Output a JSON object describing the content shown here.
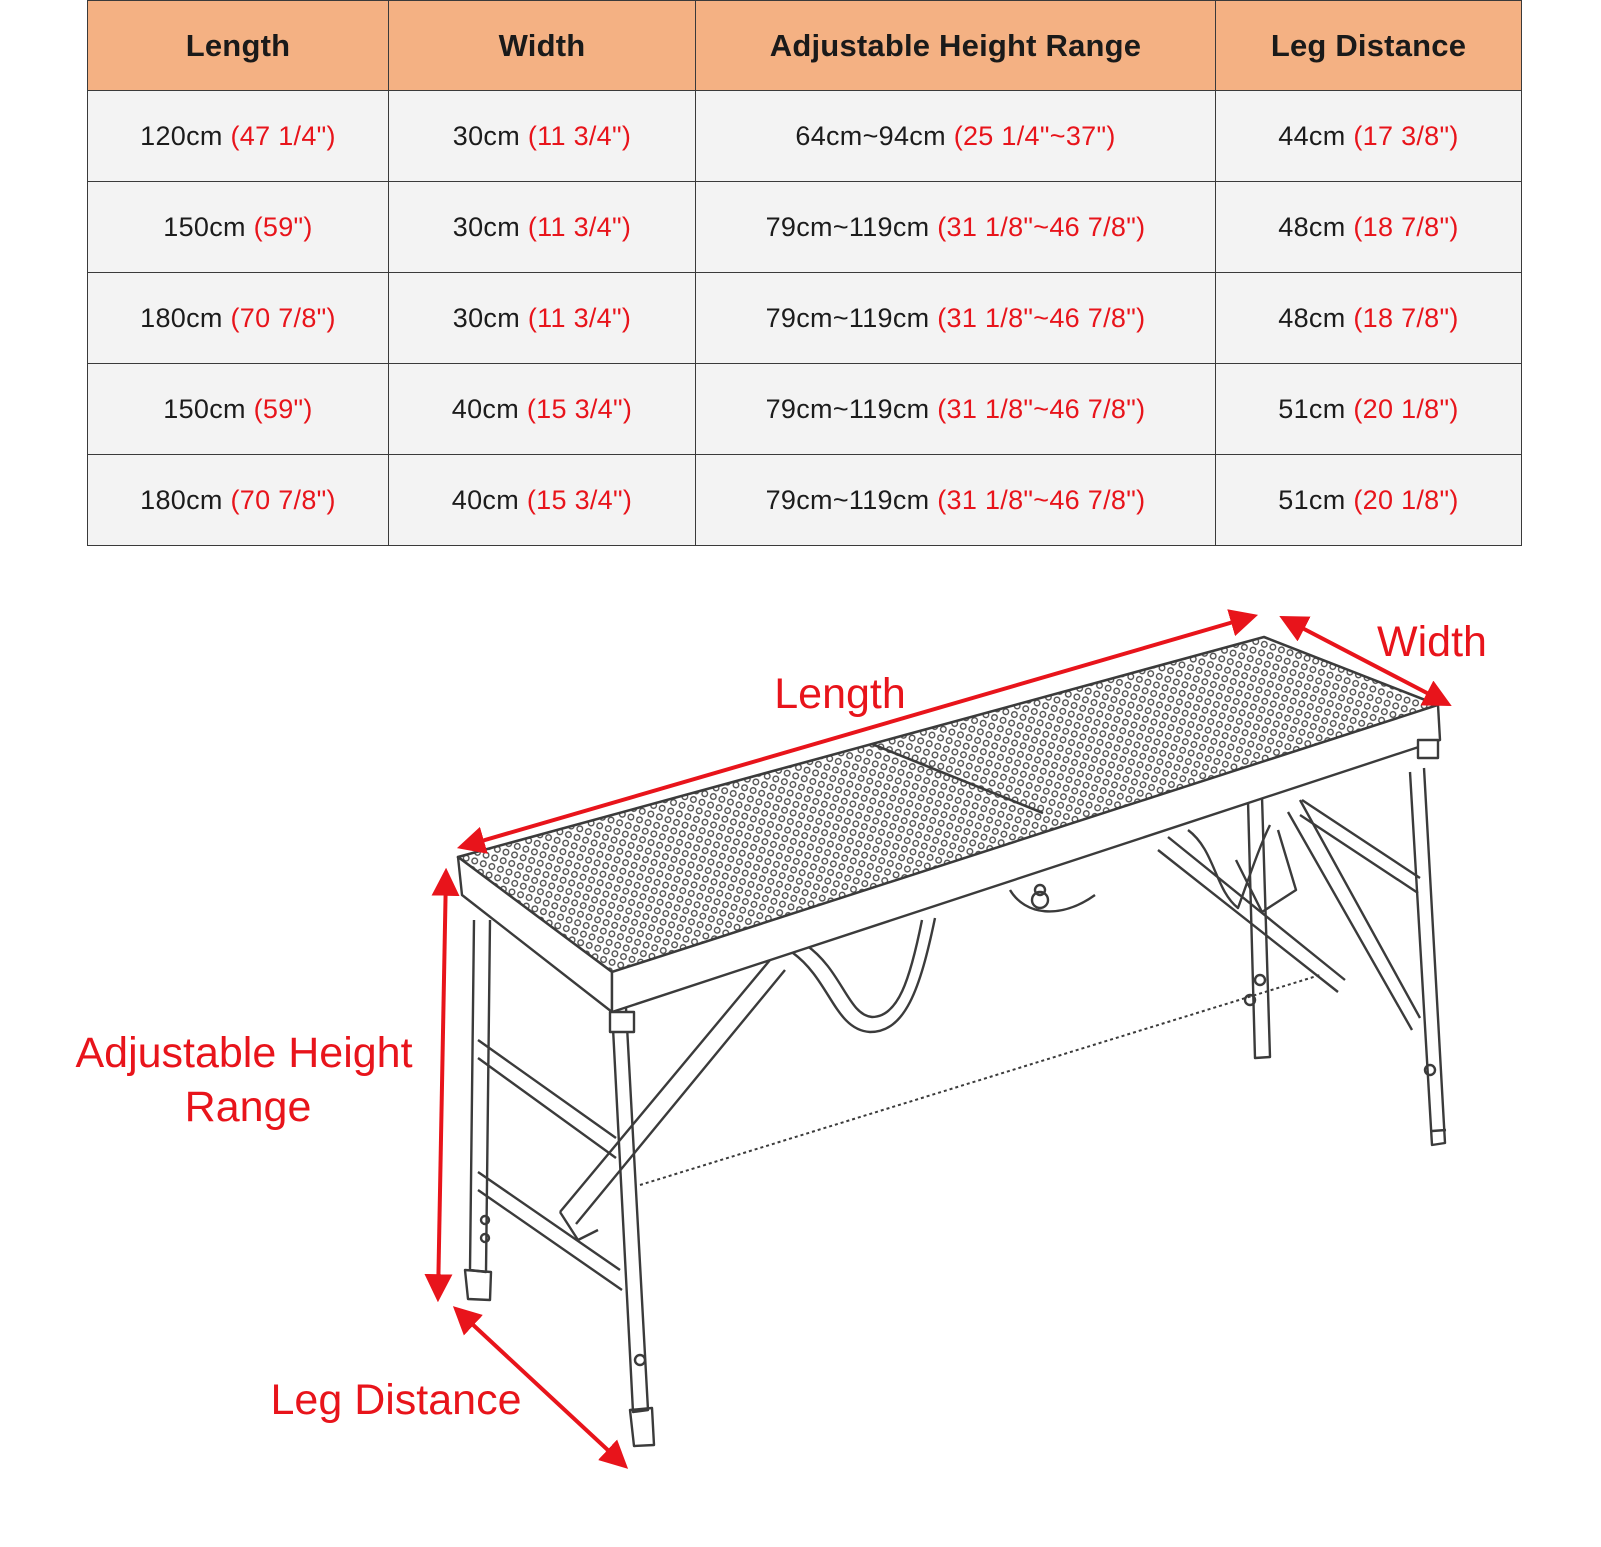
{
  "table": {
    "headers": [
      "Length",
      "Width",
      "Adjustable Height Range",
      "Leg Distance"
    ],
    "rows": [
      [
        {
          "metric": "120cm",
          "imperial": "(47 1/4\")"
        },
        {
          "metric": "30cm",
          "imperial": "(11 3/4\")"
        },
        {
          "metric": "64cm~94cm",
          "imperial": "(25 1/4\"~37\")"
        },
        {
          "metric": "44cm",
          "imperial": "(17 3/8\")"
        }
      ],
      [
        {
          "metric": "150cm",
          "imperial": "(59\")"
        },
        {
          "metric": "30cm",
          "imperial": "(11 3/4\")"
        },
        {
          "metric": "79cm~119cm",
          "imperial": "(31 1/8\"~46 7/8\")"
        },
        {
          "metric": "48cm",
          "imperial": "(18 7/8\")"
        }
      ],
      [
        {
          "metric": "180cm",
          "imperial": "(70 7/8\")"
        },
        {
          "metric": "30cm",
          "imperial": "(11 3/4\")"
        },
        {
          "metric": "79cm~119cm",
          "imperial": "(31 1/8\"~46 7/8\")"
        },
        {
          "metric": "48cm",
          "imperial": "(18 7/8\")"
        }
      ],
      [
        {
          "metric": "150cm",
          "imperial": "(59\")"
        },
        {
          "metric": "40cm",
          "imperial": "(15 3/4\")"
        },
        {
          "metric": "79cm~119cm",
          "imperial": "(31 1/8\"~46 7/8\")"
        },
        {
          "metric": "51cm",
          "imperial": "(20 1/8\")"
        }
      ],
      [
        {
          "metric": "180cm",
          "imperial": "(70 7/8\")"
        },
        {
          "metric": "40cm",
          "imperial": "(15 3/4\")"
        },
        {
          "metric": "79cm~119cm",
          "imperial": "(31 1/8\"~46 7/8\")"
        },
        {
          "metric": "51cm",
          "imperial": "(20 1/8\")"
        }
      ]
    ]
  },
  "diagram": {
    "labels": {
      "length": "Length",
      "width": "Width",
      "height_line1": "Adjustable Height",
      "height_line2": "Range",
      "leg_distance": "Leg Distance"
    }
  },
  "colors": {
    "header_bg": "#f4b183",
    "cell_bg": "#f3f3f3",
    "grid_line": "#3a3a3a",
    "imperial_text": "#e8141b",
    "annotation_red": "#e8141b",
    "drawing_line": "#3b3b3b"
  },
  "icons": {
    "product": "folding-work-platform-drawing",
    "dimension_arrow": "double-headed-arrow-icon"
  }
}
